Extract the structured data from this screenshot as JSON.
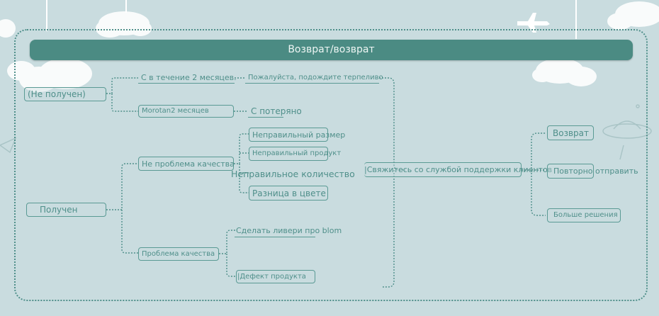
{
  "title": "Возврат/возврат",
  "nodes": {
    "not_received": "(Не получен)",
    "within_2_months": "С в течение 2 месяцев.",
    "please_wait": "Пожалуйста, подождите терпеливо",
    "morotan_2_months": "Morotan2 месяцев",
    "lost": "С потеряно",
    "received": "Получен",
    "not_quality_problem": "Не проблема качества",
    "wrong_size": "Неправильный размер",
    "wrong_product": "Неправильный продукт",
    "wrong_quantity": "Неправильное количество",
    "color_difference": "Разница в цвете",
    "quality_problem": "Проблема качества",
    "make_delivery": "Сделать ливери про blom",
    "product_defect": "|Дефект продукта",
    "contact_support": "|Свяжитесь со службой поддержки клиентов",
    "return": "Возврат",
    "resend": "Повторно отправить",
    "more_solutions": "Больше решения"
  },
  "colors": {
    "background": "#c9dcdf",
    "accent": "#4b8b83",
    "line": "#4f8f8a",
    "title_text": "#eef6f4"
  }
}
